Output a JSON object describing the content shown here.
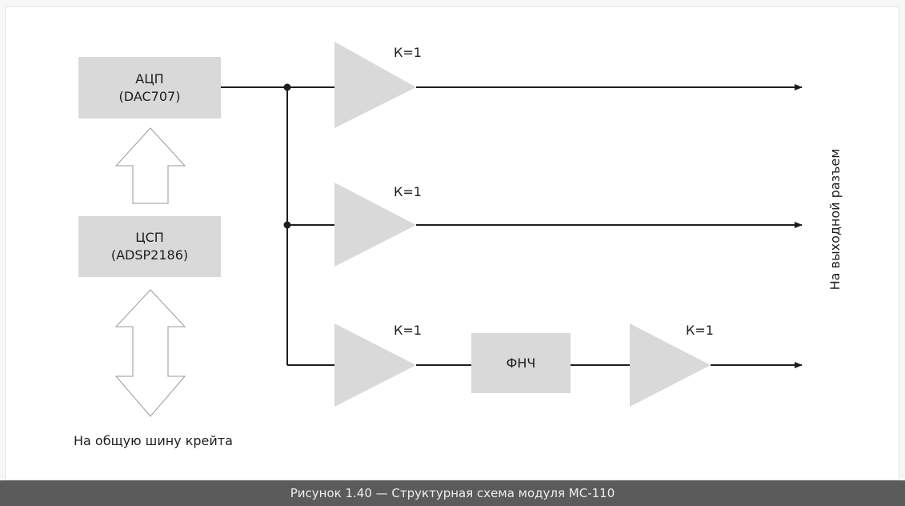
{
  "blocks": {
    "adc": {
      "name": "АЦП",
      "chip": "(DAC707)"
    },
    "dsp": {
      "name": "ЦСП",
      "chip": "(ADSP2186)"
    },
    "lpf": {
      "name": "ФНЧ"
    }
  },
  "amplifiers": {
    "amp1_gain": "К=1",
    "amp2_gain": "К=1",
    "amp3_gain": "К=1",
    "amp4_gain": "К=1"
  },
  "labels": {
    "bus": "На общую шину крейта",
    "output": "На выходной разъем"
  },
  "caption": "Рисунок 1.40 — Структурная схема модуля МС-110",
  "colors": {
    "block_fill": "#d9d9d9",
    "line": "#1e1e1e",
    "caption_bar": "#5b5b5b"
  }
}
